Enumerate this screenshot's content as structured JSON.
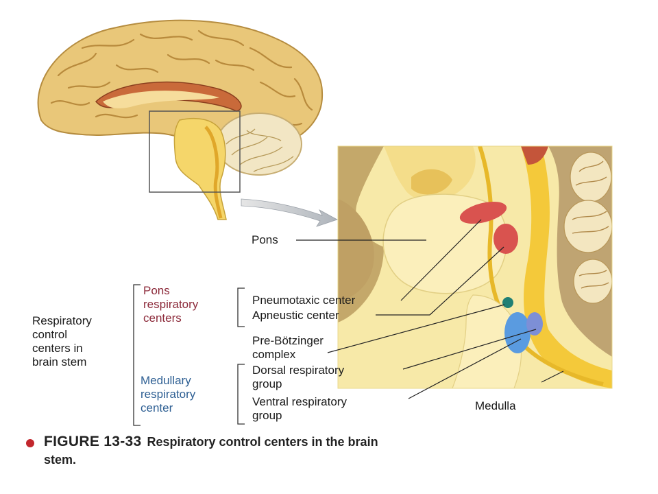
{
  "labels": {
    "pons": "Pons",
    "pons_centers": "Pons\nrespiratory\ncenters",
    "main_group": "Respiratory\ncontrol\ncenters in\nbrain stem",
    "medullary_center": "Medullary\nrespiratory\ncenter",
    "pneumotaxic": "Pneumotaxic center",
    "apneustic": "Apneustic center",
    "pre_botzinger": "Pre-Bötzinger\ncomplex",
    "dorsal_group": "Dorsal respiratory\ngroup",
    "ventral_group": "Ventral respiratory\ngroup",
    "medulla": "Medulla"
  },
  "caption": {
    "figure_number": "FIGURE 13-33",
    "text_line1": "Respiratory control centers in the brain",
    "text_line2": "stem."
  },
  "colors": {
    "pons_centers": "#8c2a3a",
    "medullary_center": "#2e5f93",
    "pneumotaxic_spot": "#d9534f",
    "apneustic_spot": "#d9534f",
    "pre_botzinger_spot": "#1f7f74",
    "dorsal_group_spot": "#7d8fd6",
    "ventral_group_spot": "#5a9be0"
  }
}
